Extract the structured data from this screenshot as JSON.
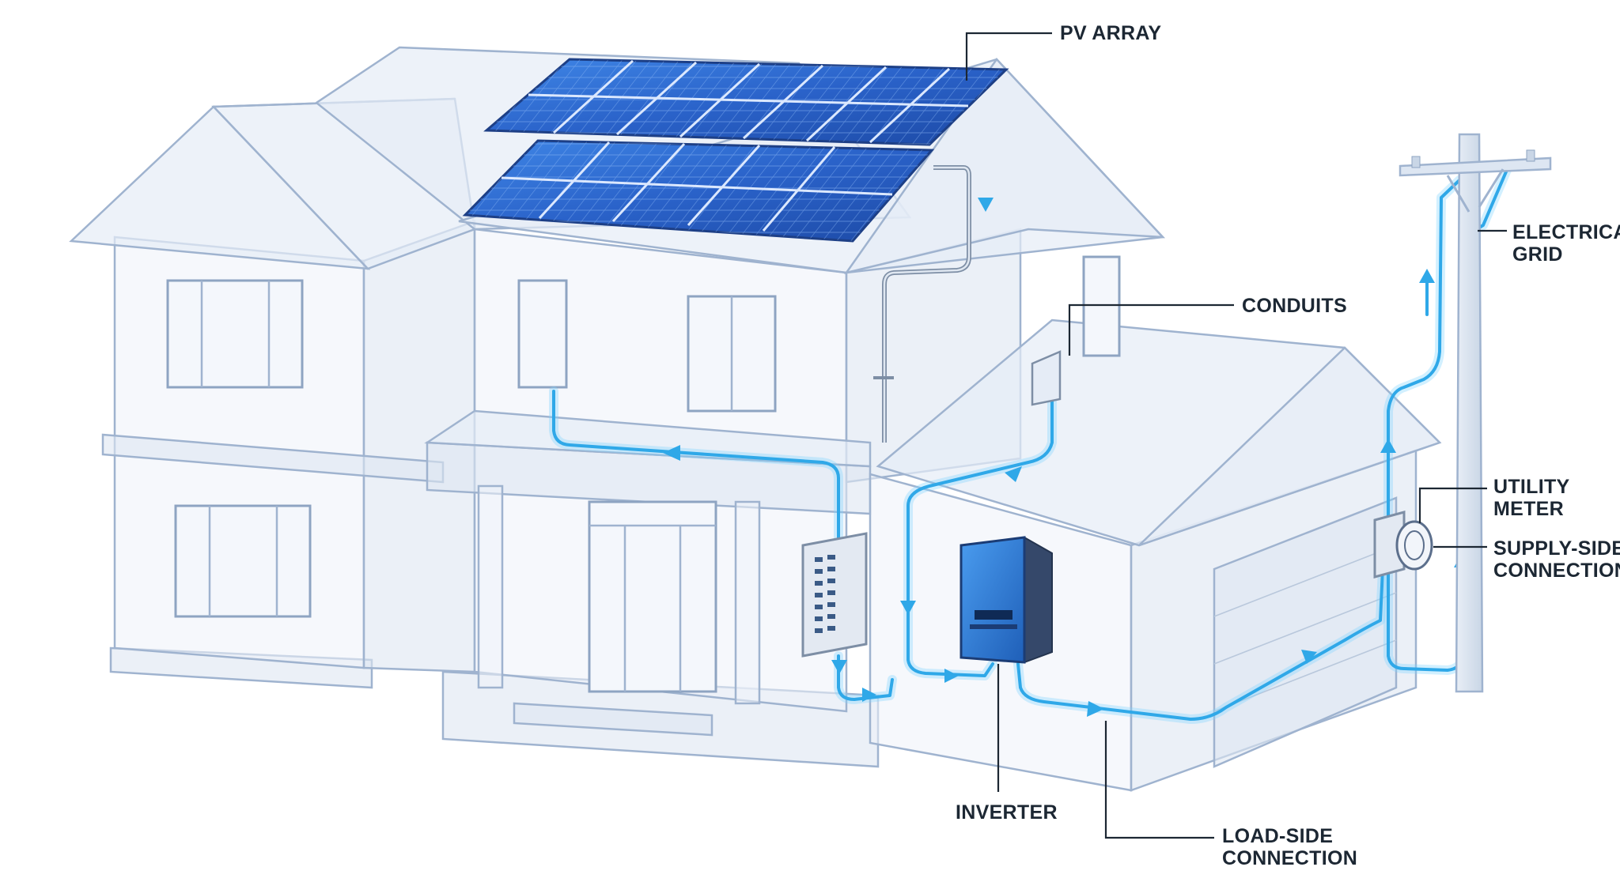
{
  "labels": {
    "pv_array": "PV ARRAY",
    "conduits": "CONDUITS",
    "electrical_grid_line1": "ELECTRICAL",
    "electrical_grid_line2": "GRID",
    "utility_meter_line1": "UTILITY",
    "utility_meter_line2": "METER",
    "supply_side_line1": "SUPPLY-SIDE",
    "supply_side_line2": "CONNECTION",
    "inverter": "INVERTER",
    "load_side_line1": "LOAD-SIDE",
    "load_side_line2": "CONNECTION"
  },
  "colors": {
    "wire": "#2fa8e8",
    "solar_panel": "#2a62c9",
    "inverter": "#2f7fd6",
    "house_outline": "#9fb3cf",
    "label_text": "#1c2733"
  }
}
